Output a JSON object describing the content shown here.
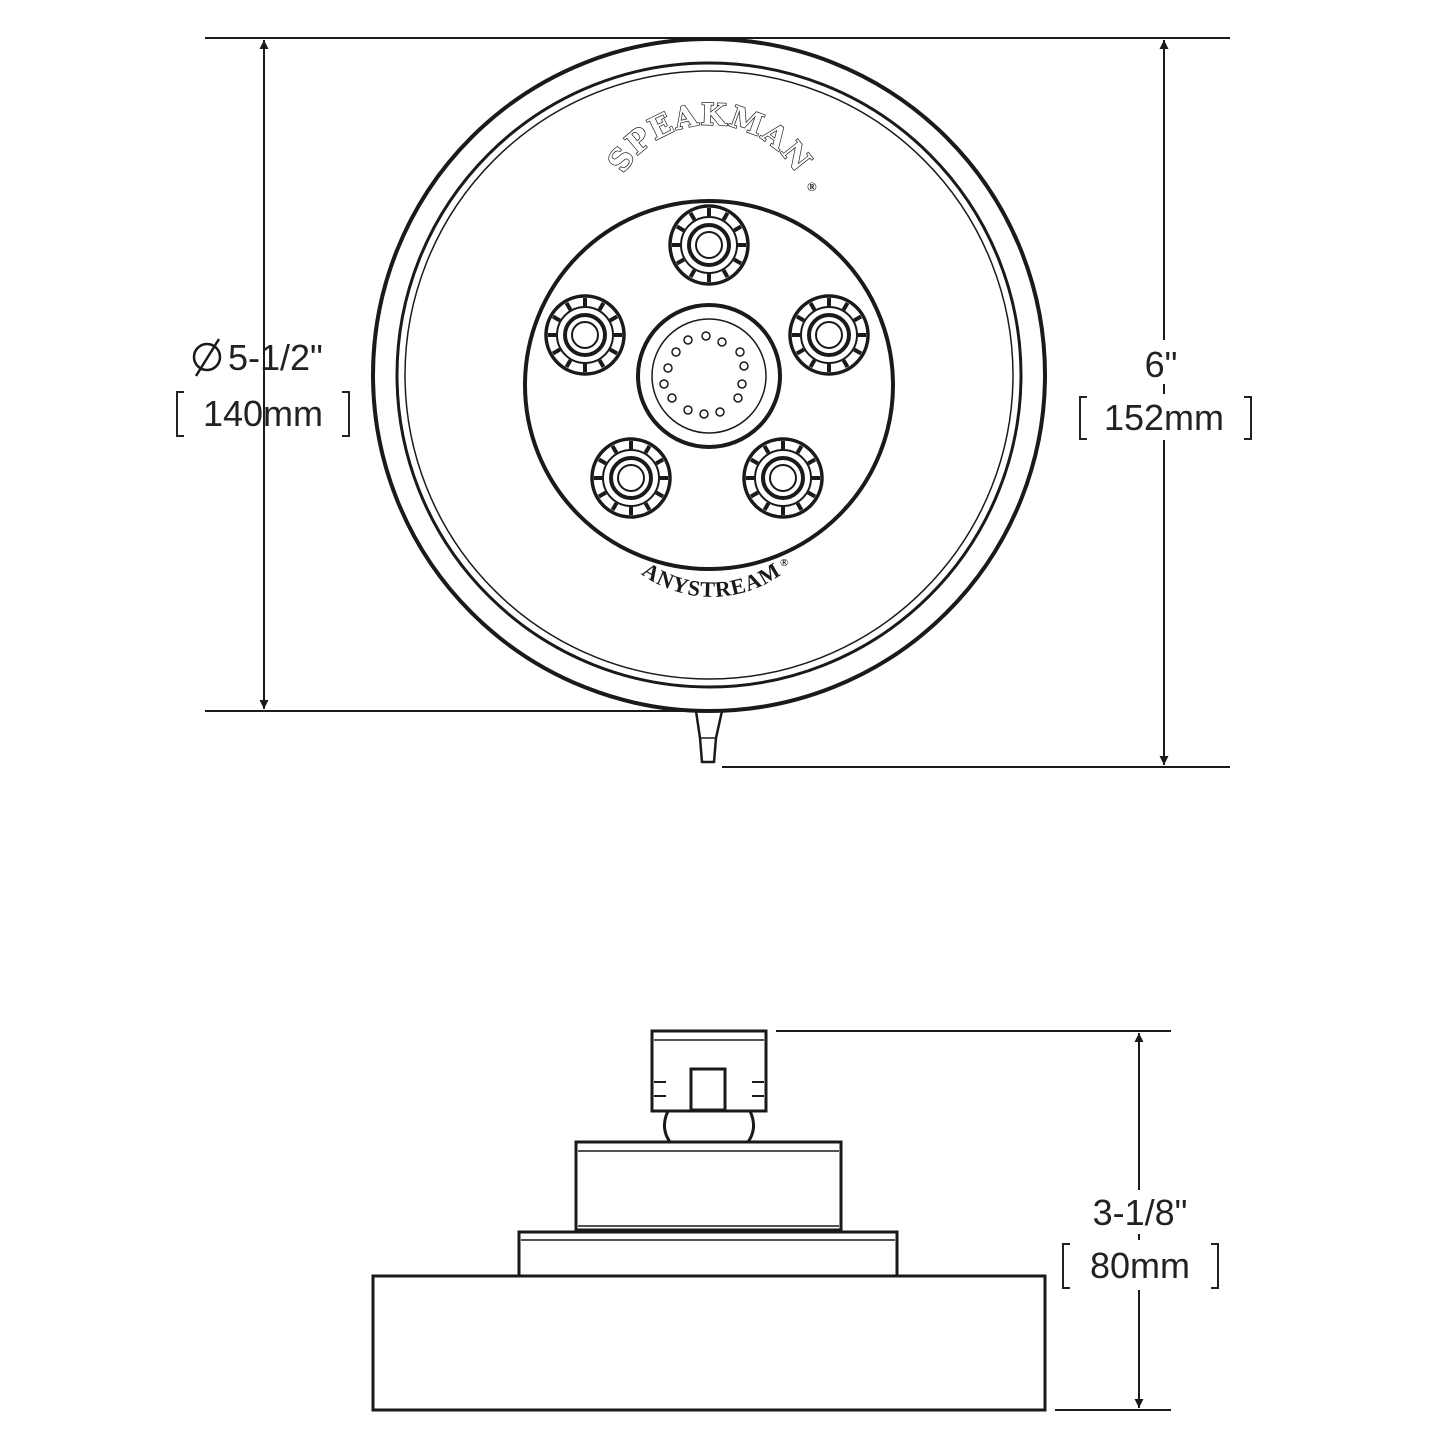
{
  "front_view": {
    "diameter_imperial": "5-1/2\"",
    "diameter_metric": "140mm",
    "height_imperial": "6\"",
    "height_metric": "152mm",
    "brand_top": "SPEAKMAN",
    "brand_bottom": "ANYSTREAM",
    "registered_mark": "®"
  },
  "side_view": {
    "depth_imperial": "3-1/8\"",
    "depth_metric": "80mm"
  },
  "colors": {
    "line": "#1a1a1a",
    "background": "#ffffff"
  },
  "icons": {
    "diameter_symbol": "diameter-icon"
  }
}
